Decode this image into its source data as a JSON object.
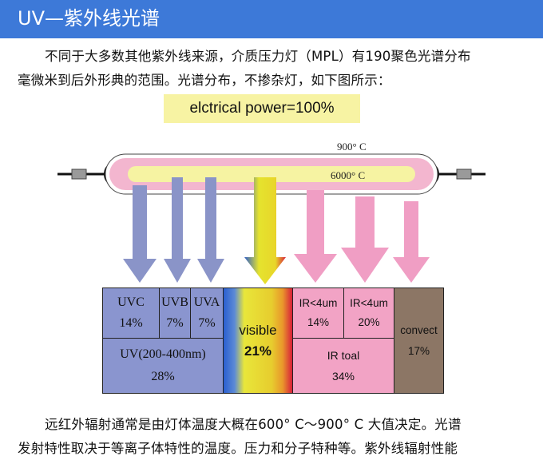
{
  "header": {
    "title": "UV—紫外线光谱"
  },
  "intro": {
    "line1": "不同于大多数其他紫外线来源，介质压力灯（MPL）有190聚色光谱分布",
    "line2": "毫微米到后外形典的范围。光谱分布，不掺杂灯，如下图所示："
  },
  "power_label": "elctrical power=100%",
  "temps": {
    "outer": "900° C",
    "inner": "6000° C"
  },
  "colors": {
    "header": "#3d79d8",
    "uv_cell": "#8a95cf",
    "uv_arrow": "#8a94c8",
    "ir_cell": "#f2a3c5",
    "ir_arrow": "#f09ec4",
    "convect": "#8c7665",
    "power_box": "#f7f3a3",
    "tube_outer": "#f3b6cf",
    "tube_inner": "#f6f3a2"
  },
  "spectrum": {
    "uvc": {
      "label": "UVC",
      "percent": "14%"
    },
    "uvb": {
      "label": "UVB",
      "percent": "7%"
    },
    "uva": {
      "label": "UVA",
      "percent": "7%"
    },
    "uv_total": {
      "label": "UV(200-400nm)",
      "percent": "28%"
    },
    "visible": {
      "label": "visible",
      "percent": "21%"
    },
    "ir1": {
      "label": "IR<4um",
      "percent": "14%"
    },
    "ir2": {
      "label": "IR<4um",
      "percent": "20%"
    },
    "ir_total": {
      "label": "IR toal",
      "percent": "34%"
    },
    "convect": {
      "label": "convect",
      "percent": "17%"
    }
  },
  "outro": {
    "line1": "远红外辐射通常是由灯体温度大概在600° C～900° C 大值决定。光谱",
    "line2": "发射特性取决于等离子体特性的温度。压力和分子特种等。紫外线辐射性能"
  }
}
